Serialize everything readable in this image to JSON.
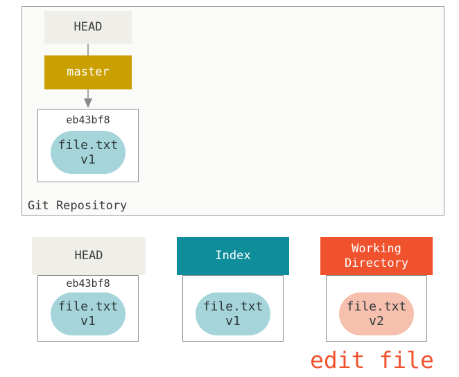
{
  "repository": {
    "label": "Git Repository",
    "head_label": "HEAD",
    "branch_label": "master",
    "commit_hash": "eb43bf8",
    "file": {
      "name": "file.txt",
      "version": "v1"
    }
  },
  "trees": {
    "head": {
      "label": "HEAD",
      "commit_hash": "eb43bf8",
      "file": {
        "name": "file.txt",
        "version": "v1"
      }
    },
    "index": {
      "label": "Index",
      "file": {
        "name": "file.txt",
        "version": "v1"
      }
    },
    "working_directory": {
      "label_line1": "Working",
      "label_line2": "Directory",
      "file": {
        "name": "file.txt",
        "version": "v2"
      }
    }
  },
  "caption": "edit file",
  "colors": {
    "head": "#efeee9",
    "branch": "#c9a000",
    "index": "#0f8d9b",
    "working_directory": "#f0522e",
    "blob_committed": "#a5d5da",
    "blob_modified": "#f6bfae"
  }
}
